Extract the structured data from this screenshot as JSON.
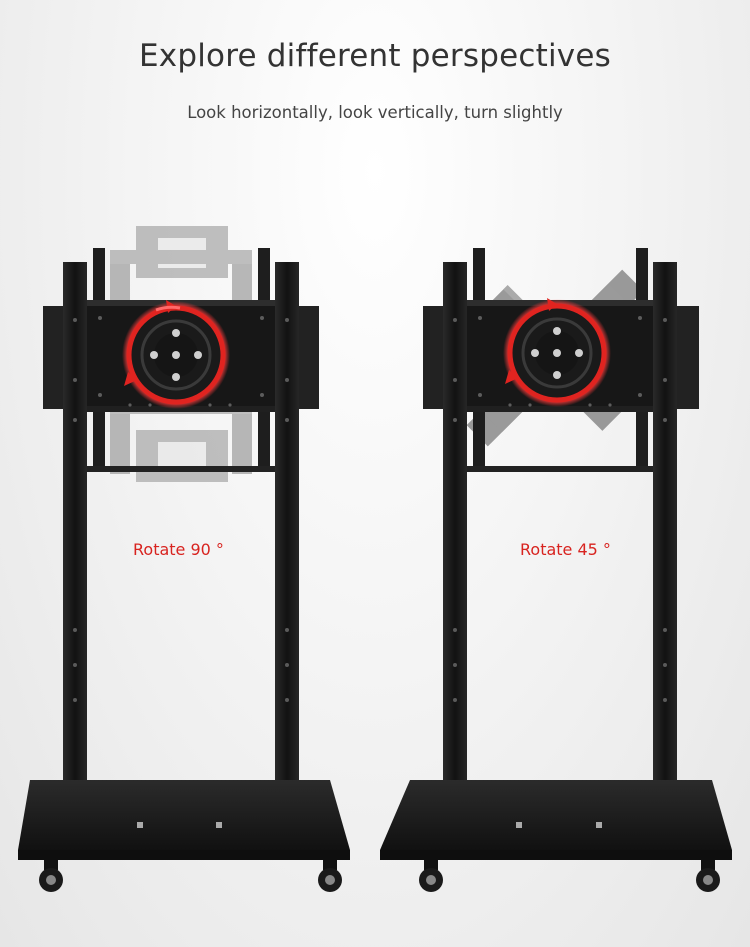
{
  "header": {
    "title": "Explore different perspectives",
    "subtitle": "Look horizontally, look vertically, turn slightly"
  },
  "stands": [
    {
      "label": "Rotate 90 °",
      "rotation_degrees": 90
    },
    {
      "label": "Rotate 45 °",
      "rotation_degrees": 45
    }
  ],
  "colors": {
    "frame": "#1c1c1c",
    "ghost_bracket": "#b5b5b5",
    "accent": "#e02420",
    "label": "#d8231f"
  }
}
